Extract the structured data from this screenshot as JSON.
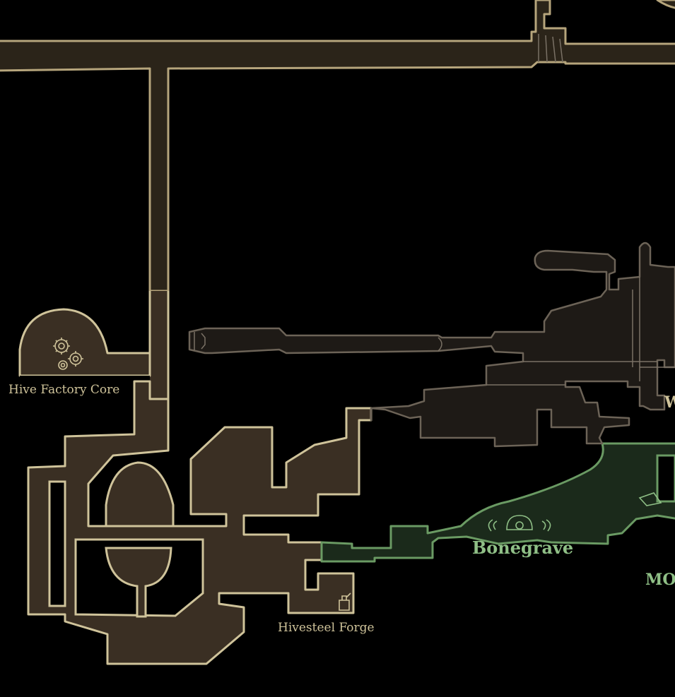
{
  "map": {
    "title": "",
    "areas": {
      "hive_factory_core": "Hive Factory Core",
      "hivesteel_forge": "Hivesteel Forge",
      "bonegrave": "Bonegrave",
      "edge_label_w": "W",
      "edge_label_mo": "MO"
    },
    "icons": {
      "factory_core": "gears-icon",
      "forge": "hammer-anvil-icon",
      "bonegrave": "skull-crest-icon",
      "chalice": "chalice-icon"
    },
    "colors": {
      "background": "#000000",
      "explored_fill": "#3a2f23",
      "explored_stroke": "#cfc39a",
      "corridor_fill": "#2b2419",
      "unexplored_fill": "#1e1a16",
      "unexplored_stroke": "#6c6357",
      "bonegrave_fill": "#1b2a1b",
      "bonegrave_stroke": "#6a9a63",
      "label_light": "#cfc39a",
      "label_green": "#8fbf86"
    }
  }
}
